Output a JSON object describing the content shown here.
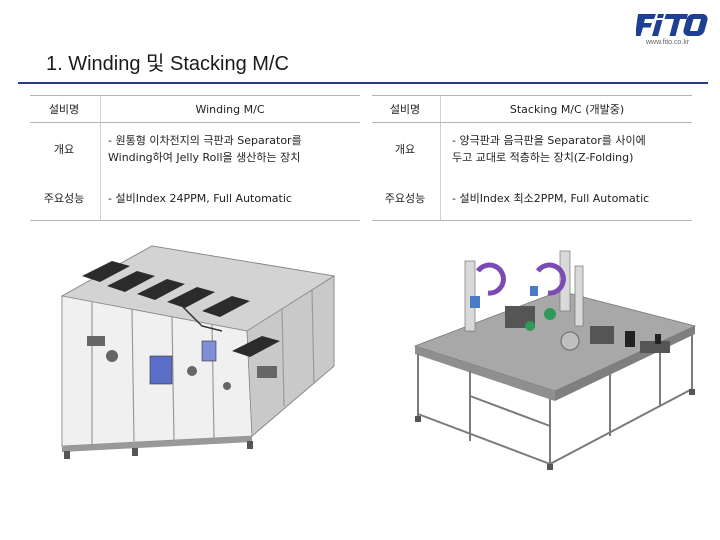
{
  "header": {
    "logo_text": "FiTO",
    "logo_url": "www.fito.co.kr",
    "title": "1. Winding 및 Stacking M/C"
  },
  "winding": {
    "header_label": "설비명",
    "header_value": "Winding M/C",
    "rows": [
      {
        "label": "개요",
        "value": "- 원통형 이차전지의 극판과 Separator를\n  Winding하여 Jelly Roll을 생산하는 장치"
      },
      {
        "label": "주요성능",
        "value": "- 설비Index 24PPM, Full Automatic"
      }
    ]
  },
  "stacking": {
    "header_label": "설비명",
    "header_value": "Stacking M/C (개발중)",
    "rows": [
      {
        "label": "개요",
        "value": "- 양극판과 음극판을 Separator를 사이에\n  두고 교대로 적층하는 장치(Z-Folding)"
      },
      {
        "label": "주요성능",
        "value": "- 설비Index 최소2PPM, Full Automatic"
      }
    ]
  },
  "colors": {
    "brand_blue": "#1f3f94",
    "rule": "#2a3a8c"
  }
}
